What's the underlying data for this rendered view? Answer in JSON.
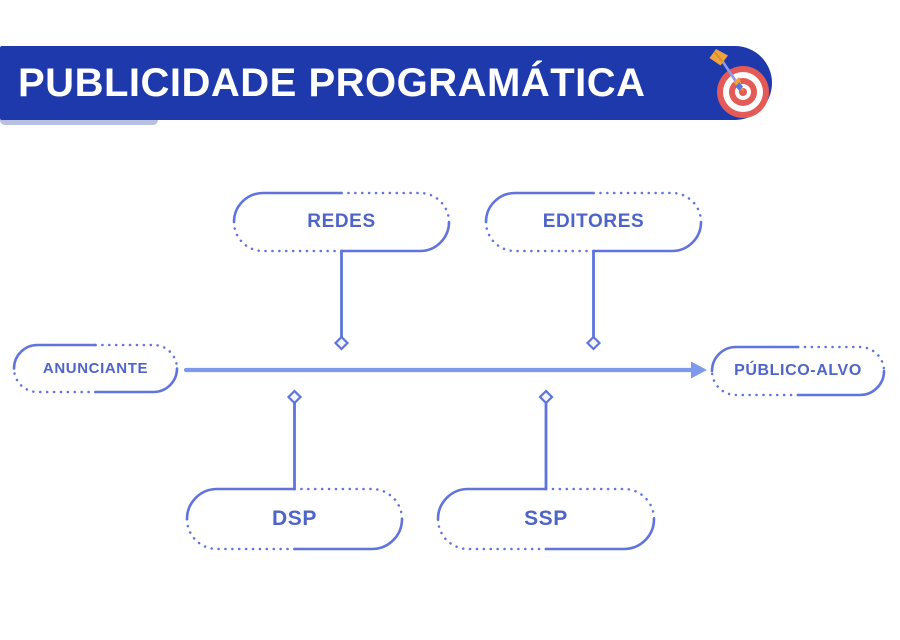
{
  "title": {
    "label": "PUBLICIDADE PROGRAMÁTICA",
    "icon": "dartboard-target"
  },
  "colors": {
    "banner_bg": "#1D39AC",
    "banner_text": "#FFFFFF",
    "node_border": "#6173DC",
    "node_text": "#4F64C9",
    "connector": "#5C74DC",
    "arrow": "#7D99EB",
    "target_red": "#E45A56",
    "dart_gold": "#EFA33C"
  },
  "diagram": {
    "main_flow": {
      "from": {
        "label": "ANUNCIANTE"
      },
      "to": {
        "label": "PÚBLICO-ALVO"
      }
    },
    "top_nodes": [
      {
        "label": "REDES"
      },
      {
        "label": "EDITORES"
      }
    ],
    "bottom_nodes": [
      {
        "label": "DSP"
      },
      {
        "label": "SSP"
      }
    ]
  }
}
